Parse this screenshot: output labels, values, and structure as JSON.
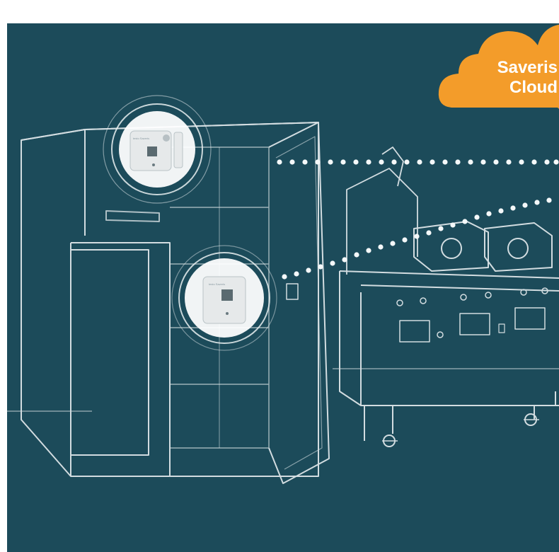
{
  "cloud": {
    "line1": "Saveris",
    "line2": "Cloud",
    "color": "#f39c2a"
  },
  "sensors": {
    "upper_label": "testo Saveris",
    "lower_label": "testo Saveris"
  },
  "colors": {
    "background": "#1c4b5a",
    "sketch": "#e8eef0",
    "sensor_body": "#e6e9ea"
  }
}
